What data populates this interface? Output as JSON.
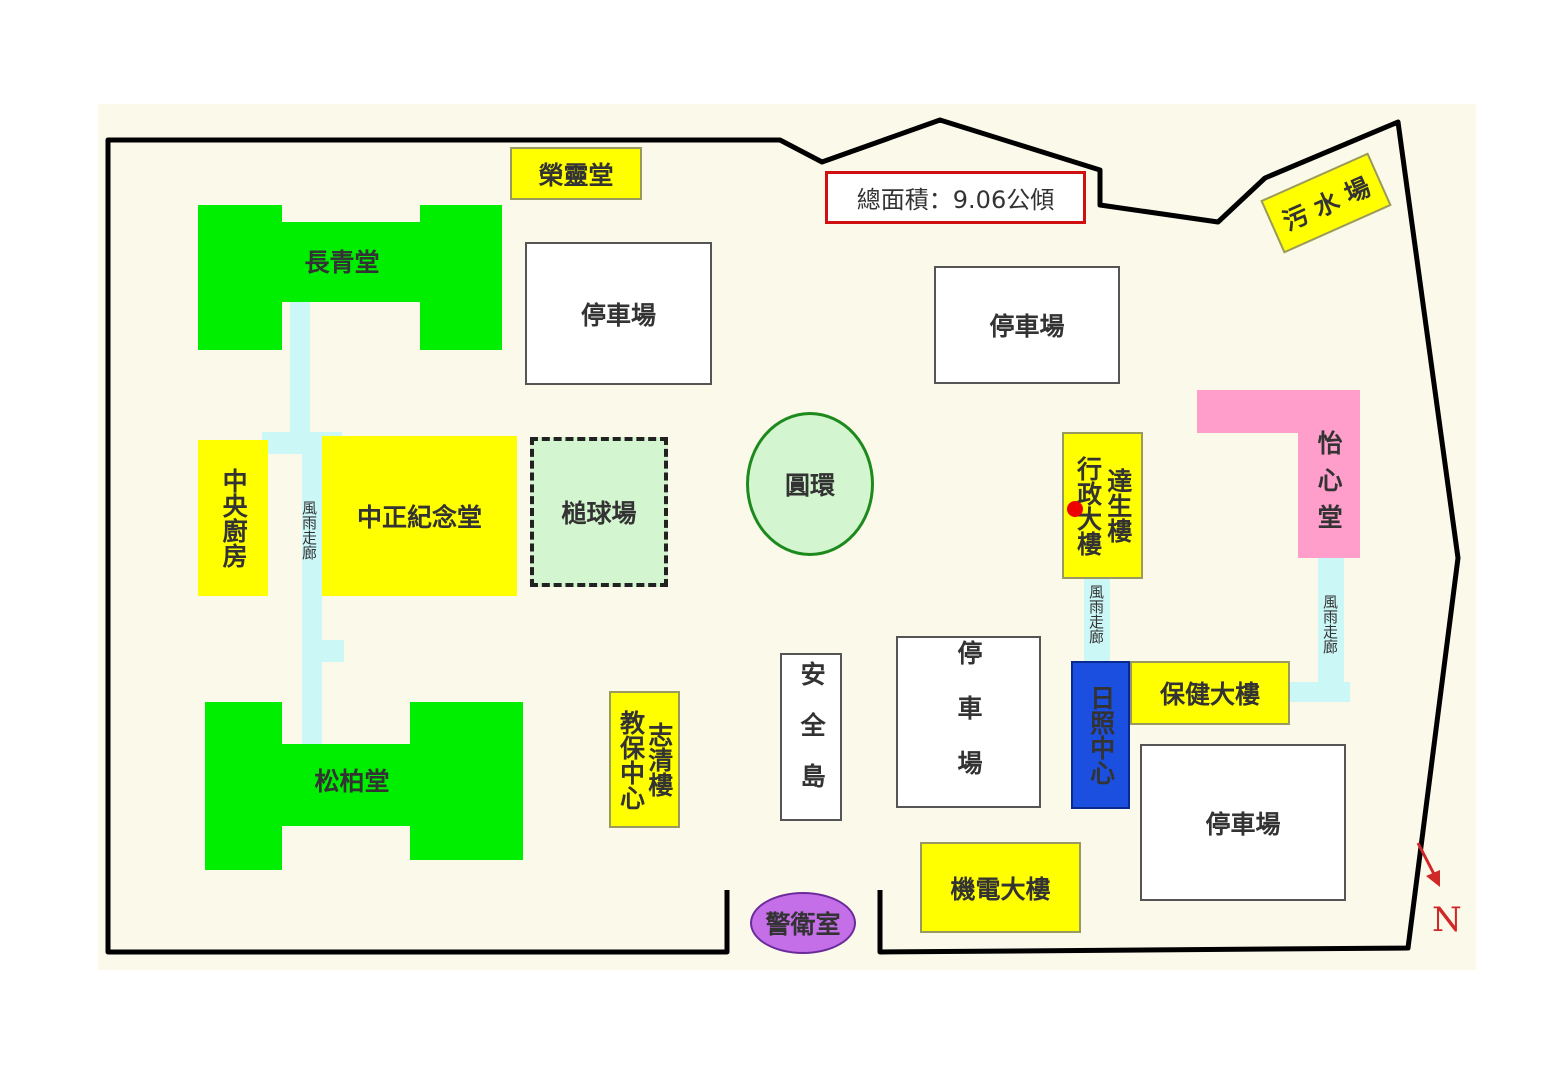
{
  "colors": {
    "background": "#fbf9ea",
    "boundary": "#000000",
    "green_hall": "#00ee00",
    "yellow_building": "#ffff00",
    "light_green": "#d3f5cf",
    "corridor": "#ccf7f7",
    "pink": "#ff9dcb",
    "blue": "#1a4fe0",
    "purple": "#c46fe8",
    "red_dot": "#ee0000",
    "area_box_border": "#d01010",
    "compass": "#d02828"
  },
  "area": {
    "label": "總面積：9.06公傾"
  },
  "buildings": {
    "ronglingtang": "榮靈堂",
    "wushuichang": "污 水 場",
    "changqingtang": "長青堂",
    "songbaitang": "松柏堂",
    "zhongyang_chufang": "中央廚房",
    "zhongzheng_jiniantang": "中正紀念堂",
    "cuiqiuchang": "槌球場",
    "yuanhuan": "圓環",
    "parking_1": "停車場",
    "parking_2": "停車場",
    "parking_3": "停車場",
    "parking_4": "停車場",
    "xingzheng_dalou": "行政大樓",
    "dasheng_lou": "達生樓",
    "yixintang": "怡心堂",
    "rizhao_zhongxin": "日照中心",
    "baojian_dalou": "保健大樓",
    "anquandao": "安全島",
    "jiaobao_zhongxin": "教保中心",
    "zhiqing_lou": "志清樓",
    "jidian_dalou": "機電大樓",
    "jingweishi": "警衛室"
  },
  "corridors": {
    "corridor_1": "風雨走廊",
    "corridor_2": "風雨走廊",
    "corridor_3": "風雨走廊"
  },
  "compass": {
    "label": "N"
  }
}
